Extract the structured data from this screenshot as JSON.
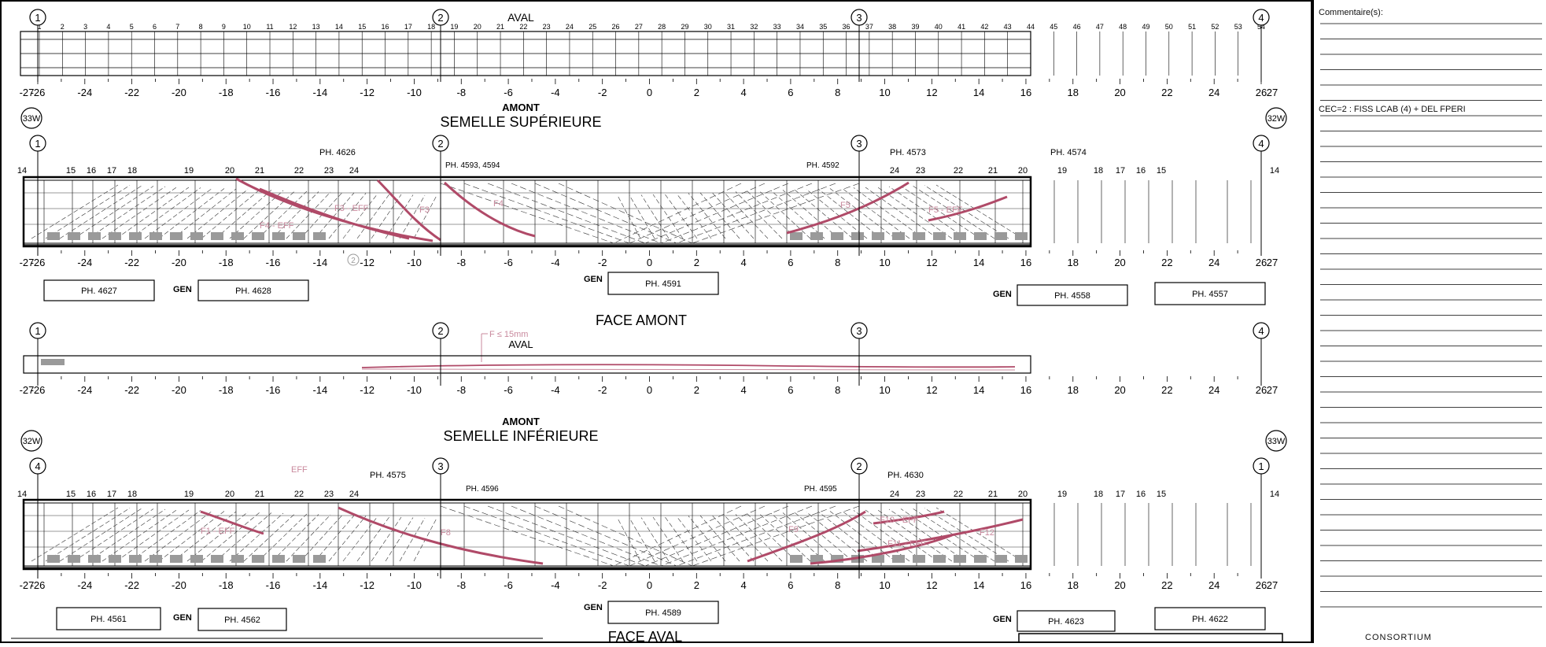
{
  "colors": {
    "line": "#000000",
    "crack": "#b04a68",
    "note": "#c98a9e",
    "shade": "#9a9a9a"
  },
  "axes": {
    "grid_labels": [
      "1",
      "2",
      "3",
      "4"
    ],
    "columns_labels": [
      "33W",
      "32W",
      "32W",
      "33W"
    ]
  },
  "top_flange": {
    "side_top": "AVAL",
    "side_bottom": "AMONT",
    "title": "SEMELLE SUPÉRIEURE",
    "station_numbers": [
      "1",
      "2",
      "3",
      "4",
      "5",
      "6",
      "7",
      "8",
      "9",
      "10",
      "11",
      "12",
      "13",
      "14",
      "15",
      "16",
      "17",
      "18",
      "19",
      "20",
      "21",
      "22",
      "23",
      "24",
      "25",
      "26",
      "27",
      "28",
      "29",
      "30",
      "31",
      "32",
      "33",
      "34",
      "35",
      "36",
      "37",
      "38",
      "39",
      "40",
      "41",
      "42",
      "43",
      "44",
      "45",
      "46",
      "47",
      "48",
      "49",
      "50",
      "51",
      "52",
      "53",
      "54"
    ],
    "scale": [
      "-27",
      "-26",
      "-24",
      "-22",
      "-20",
      "-18",
      "-16",
      "-14",
      "-12",
      "-10",
      "-8",
      "-6",
      "-4",
      "-2",
      "0",
      "2",
      "4",
      "6",
      "8",
      "10",
      "12",
      "14",
      "16",
      "18",
      "20",
      "22",
      "24",
      "26",
      "27"
    ]
  },
  "face_amont": {
    "title": "FACE AMONT",
    "photo_top": [
      "PH. 4626",
      "PH. 4593, 4594",
      "PH. 4592",
      "PH. 4573",
      "PH. 4574"
    ],
    "stiffeners": [
      "14",
      "15",
      "16",
      "17",
      "18",
      "19",
      "20",
      "21",
      "22",
      "23",
      "24",
      "24",
      "23",
      "22",
      "21",
      "20",
      "19",
      "18",
      "17",
      "16",
      "15",
      "14"
    ],
    "cracks": [
      "F3 - EFF",
      "F3",
      "F4",
      "F4 - EFF",
      "F5",
      "F5 - EFF"
    ],
    "marker": "2",
    "gen": [
      "GEN",
      "GEN",
      "GEN"
    ],
    "photo_bottom": [
      "PH. 4627",
      "PH. 4628",
      "PH. 4591",
      "PH. 4558",
      "PH. 4557"
    ]
  },
  "bottom_flange": {
    "side_top": "AVAL",
    "side_bottom": "AMONT",
    "title": "SEMELLE INFÉRIEURE",
    "crack_note": "F ≤ 15mm"
  },
  "face_aval": {
    "title": "FACE AVAL",
    "photo_top": [
      "PH. 4575",
      "PH. 4596",
      "PH. 4595",
      "PH. 4630"
    ],
    "cracks": [
      "EFF",
      "F1 - EFF",
      "F8",
      "F9",
      "F10 - EFF",
      "F11 - EFF",
      "F12"
    ],
    "gen": [
      "GEN",
      "GEN",
      "GEN"
    ],
    "photo_bottom": [
      "PH. 4561",
      "PH. 4562",
      "PH. 4589",
      "PH. 4623",
      "PH. 4622"
    ]
  },
  "sidebar": {
    "comments_label": "Commentaire(s):",
    "cec_note": "CEC=2 : FISS LCAB (4) + DEL FPERI",
    "consortium": "CONSORTIUM"
  }
}
